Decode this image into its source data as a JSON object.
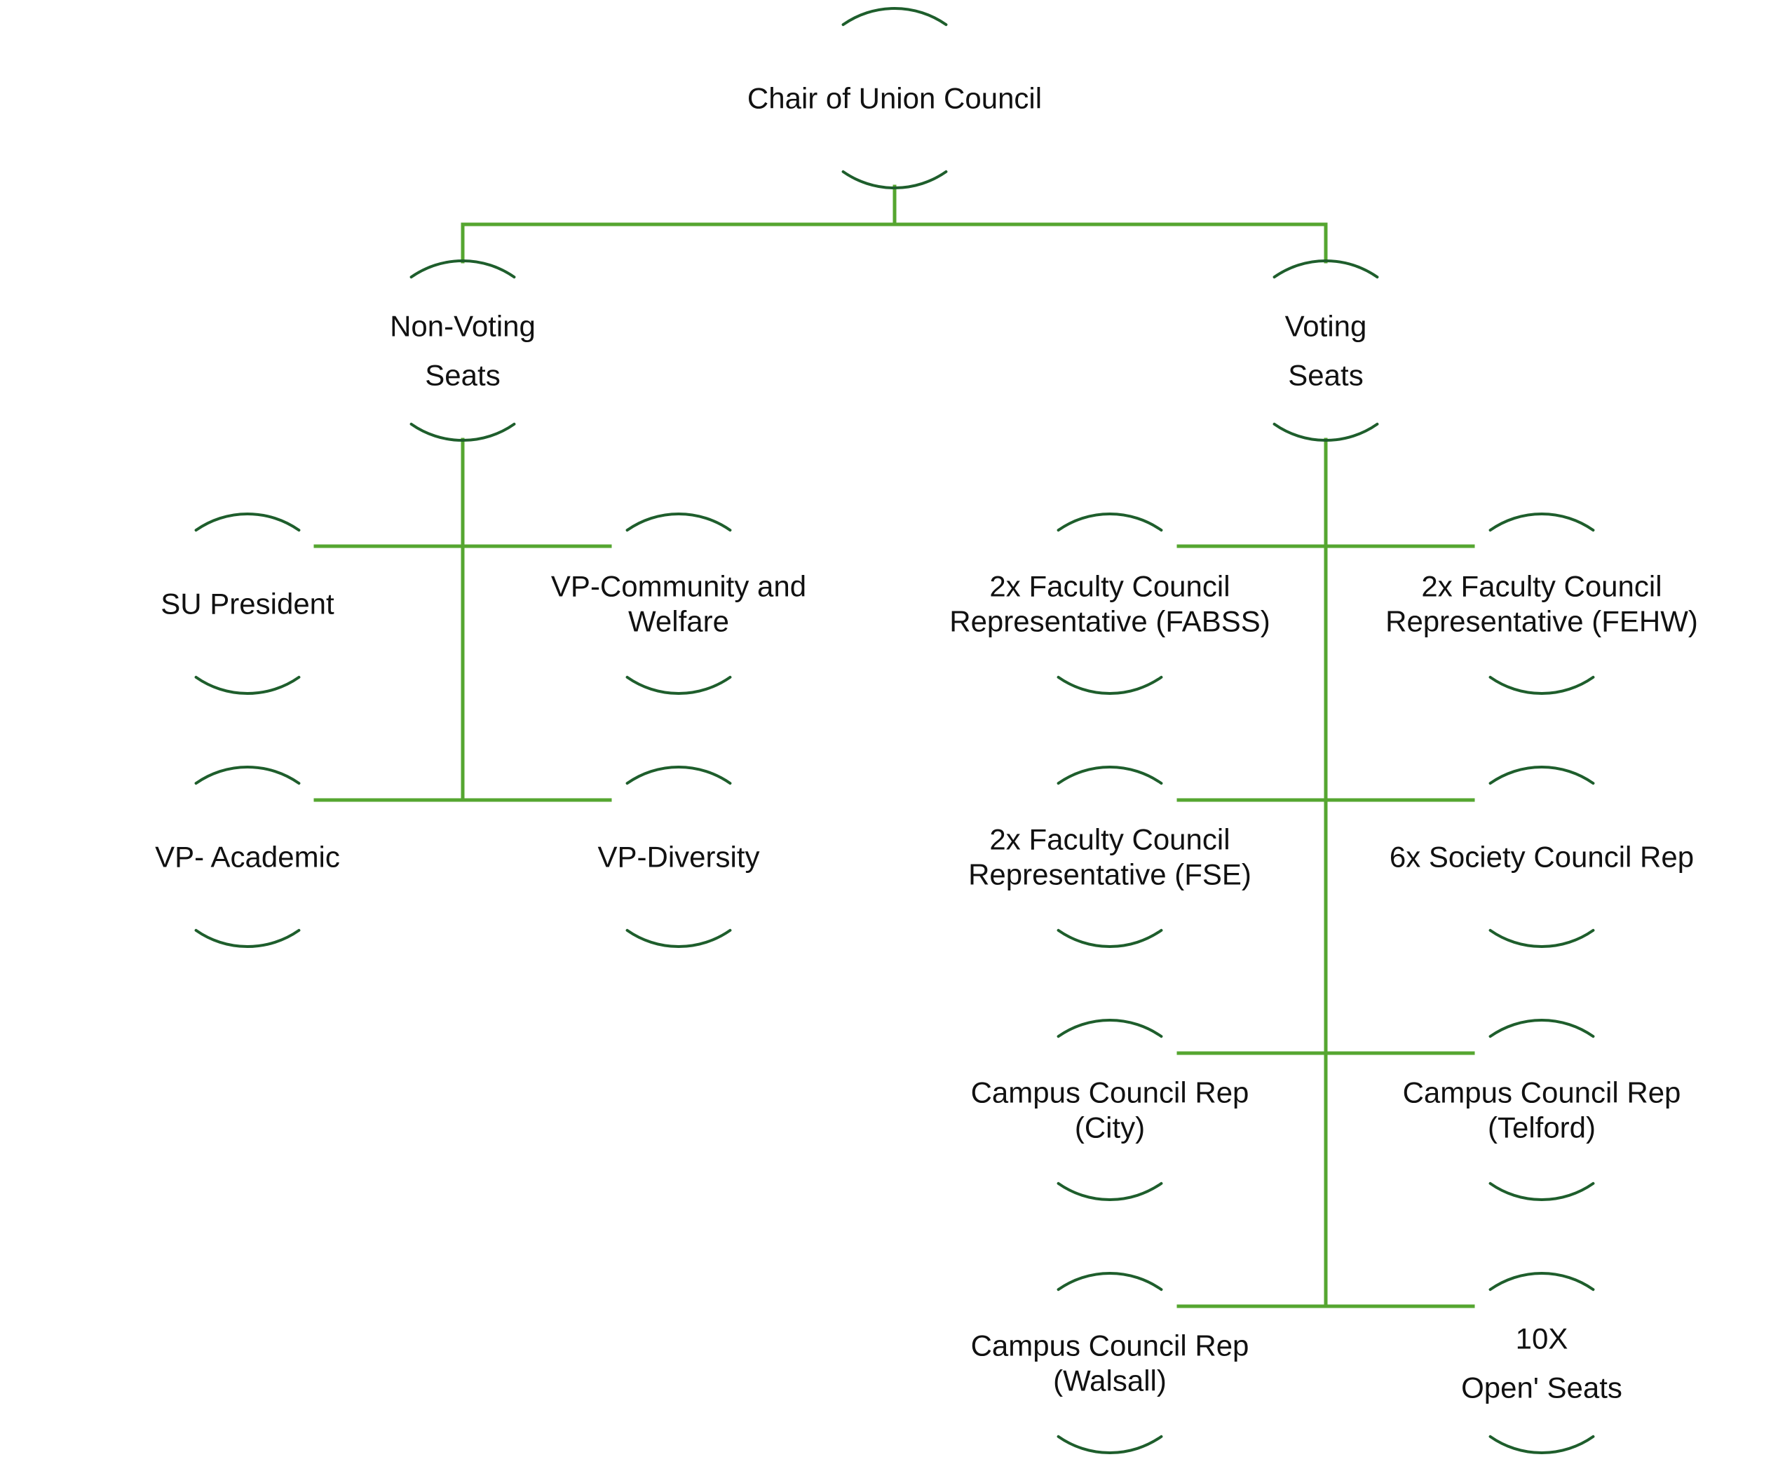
{
  "colors": {
    "connector": "#55A630",
    "node_arc": "#1E5E2C",
    "text": "#111111",
    "background": "#FFFFFF"
  },
  "nodes": {
    "chair": {
      "lines": [
        "Chair of Union Council"
      ]
    },
    "non_voting": {
      "lines": [
        "Non-Voting",
        "Seats"
      ]
    },
    "voting": {
      "lines": [
        "Voting",
        "Seats"
      ]
    },
    "su_president": {
      "lines": [
        "SU President"
      ]
    },
    "vp_community": {
      "lines": [
        "VP-Community and",
        "Welfare"
      ]
    },
    "vp_academic": {
      "lines": [
        "VP- Academic"
      ]
    },
    "vp_diversity": {
      "lines": [
        "VP-Diversity"
      ]
    },
    "fac_fabss": {
      "lines": [
        "2x Faculty Council",
        "Representative (FABSS)"
      ]
    },
    "fac_fehw": {
      "lines": [
        "2x Faculty Council",
        "Representative (FEHW)"
      ]
    },
    "fac_fse": {
      "lines": [
        "2x Faculty Council",
        "Representative (FSE)"
      ]
    },
    "society_rep": {
      "lines": [
        "6x Society Council Rep"
      ]
    },
    "campus_city": {
      "lines": [
        "Campus Council Rep",
        "(City)"
      ]
    },
    "campus_telford": {
      "lines": [
        "Campus Council Rep",
        "(Telford)"
      ]
    },
    "campus_walsall": {
      "lines": [
        "Campus Council Rep",
        "(Walsall)"
      ]
    },
    "open_seats": {
      "lines": [
        "10X",
        "Open' Seats"
      ]
    }
  }
}
